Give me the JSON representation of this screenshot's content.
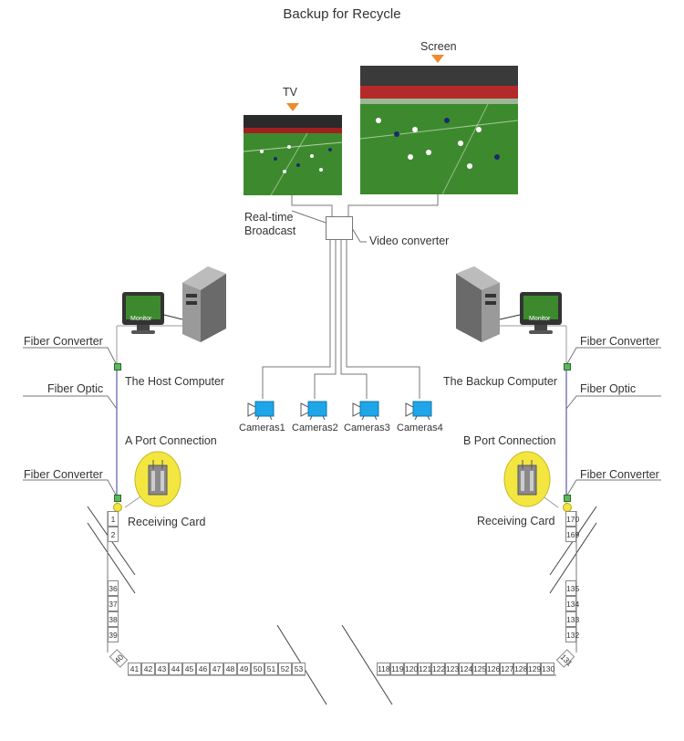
{
  "title": "Backup for Recycle",
  "labels": {
    "tv": "TV",
    "screen": "Screen",
    "realtime_line1": "Real-time",
    "realtime_line2": "Broadcast",
    "video_converter": "Video converter",
    "fiber_converter": "Fiber Converter",
    "fiber_optic": "Fiber Optic",
    "host_computer": "The Host Computer",
    "backup_computer": "The Backup Computer",
    "a_port": "A Port Connection",
    "b_port": "B Port Connection",
    "receiving_card": "Receiving Card",
    "monitor": "Monitor"
  },
  "cameras": [
    "Cameras1",
    "Cameras2",
    "Cameras3",
    "Cameras4"
  ],
  "left_column_top": [
    "1",
    "2"
  ],
  "left_column_bottom": [
    "36",
    "37",
    "38",
    "39"
  ],
  "left_corner": "40",
  "bottom_left_row": [
    "41",
    "42",
    "43",
    "44",
    "45",
    "46",
    "47",
    "48",
    "49",
    "50",
    "51",
    "52",
    "53"
  ],
  "bottom_right_row": [
    "118",
    "119",
    "120",
    "121",
    "122",
    "123",
    "124",
    "125",
    "126",
    "127",
    "128",
    "129",
    "130"
  ],
  "right_corner": "131",
  "right_column_top": [
    "170",
    "169"
  ],
  "right_column_bottom": [
    "135",
    "134",
    "133",
    "132"
  ],
  "colors": {
    "arrow": "#f08a2c",
    "fiber_line": "#5a5aa8",
    "camera": "#1ea6e8",
    "field": "#3d8a2e",
    "port_ellipse": "#f3e641"
  }
}
